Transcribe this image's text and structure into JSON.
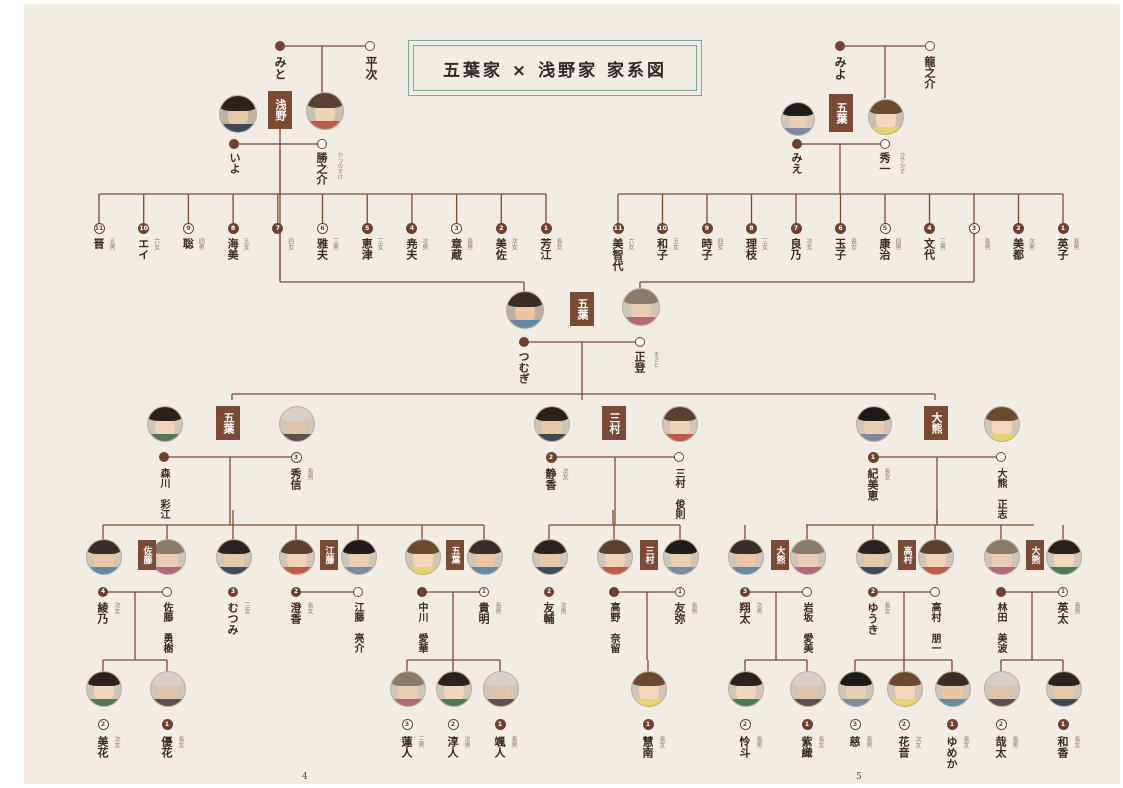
{
  "title": "五葉家 × 浅野家 家系図",
  "page_numbers": [
    "4",
    "5"
  ],
  "colors": {
    "background": "#f2ede4",
    "line": "#7a4a35",
    "family_tag": "#7a4a35",
    "title_frame": "#7fa6a6"
  },
  "asano_parents": {
    "family": "浅野",
    "wife": {
      "name": "みと"
    },
    "husband": {
      "name": "平次"
    },
    "daughter": {
      "name": "いよ"
    },
    "daughter_husband": {
      "name": "勝之介",
      "ruby": "かつのすけ"
    }
  },
  "goyo_parents": {
    "family": "五葉",
    "wife": {
      "name": "みよ"
    },
    "husband": {
      "name": "龍之介"
    },
    "daughter": {
      "name": "みえ"
    },
    "daughter_husband": {
      "name": "秀一",
      "ruby": "ひでかず"
    }
  },
  "asano_children": [
    {
      "order": "11",
      "name": "晋",
      "ord": "五男"
    },
    {
      "order": "10",
      "name": "エイ",
      "ord": "六女"
    },
    {
      "order": "9",
      "name": "聡",
      "ord": "四男"
    },
    {
      "order": "8",
      "name": "海美",
      "ord": "五女"
    },
    {
      "order": "7",
      "name": "",
      "ord": "四女"
    },
    {
      "order": "6",
      "name": "雅夫",
      "ord": "三男"
    },
    {
      "order": "5",
      "name": "恵津",
      "ord": "三女"
    },
    {
      "order": "4",
      "name": "尭夫",
      "ord": "次男"
    },
    {
      "order": "3",
      "name": "章蔵",
      "ord": "長男"
    },
    {
      "order": "2",
      "name": "美佐",
      "ord": "次女"
    },
    {
      "order": "1",
      "name": "芳江",
      "ord": "長女"
    }
  ],
  "goyo_children": [
    {
      "order": "11",
      "name": "美智代",
      "ord": "六女"
    },
    {
      "order": "10",
      "name": "和子",
      "ord": "五女"
    },
    {
      "order": "9",
      "name": "時子",
      "ord": "四女"
    },
    {
      "order": "8",
      "name": "理枝",
      "ord": "三女"
    },
    {
      "order": "7",
      "name": "良乃",
      "ord": "次女"
    },
    {
      "order": "6",
      "name": "玉子",
      "ord": "長女"
    },
    {
      "order": "5",
      "name": "康治",
      "ord": "四男"
    },
    {
      "order": "4",
      "name": "文代",
      "ord": "三男"
    },
    {
      "order": "3",
      "name": "",
      "ord": "長男"
    },
    {
      "order": "2",
      "name": "美都",
      "ord": "次男"
    },
    {
      "order": "1",
      "name": "英子",
      "ord": "長男"
    }
  ],
  "central_couple": {
    "family": "五葉",
    "wife": {
      "name": "つむぎ"
    },
    "husband": {
      "name": "正登",
      "ruby": "まさと"
    }
  },
  "branches": [
    {
      "family": "五葉",
      "spouse": {
        "name": "森川 彩江",
        "ord": ""
      },
      "child": {
        "order": "3",
        "name": "秀信",
        "ord": "長男"
      },
      "grandchildren": [
        {
          "family": "佐藤",
          "order": "4",
          "name": "綾乃",
          "ord": "次女",
          "spouse": "佐藤 勇樹",
          "children": [
            {
              "order": "2",
              "name": "美花",
              "ord": "次女"
            },
            {
              "order": "1",
              "name": "優花",
              "ord": "長女"
            }
          ]
        },
        {
          "family": "",
          "order": "3",
          "name": "むつみ",
          "ord": "三女",
          "spouse": "",
          "children": []
        },
        {
          "family": "江藤",
          "order": "2",
          "name": "澄香",
          "ord": "長女",
          "spouse": "江藤 亮介",
          "children": []
        },
        {
          "family": "五葉",
          "order": "1",
          "name": "貴明",
          "ord": "長男",
          "spouse": "中川 愛華",
          "children": [
            {
              "order": "3",
              "name": "蓮人",
              "ord": "三男"
            },
            {
              "order": "2",
              "name": "淳人",
              "ord": "次男"
            },
            {
              "order": "1",
              "name": "颯人",
              "ord": "長男"
            }
          ]
        }
      ]
    },
    {
      "family": "三村",
      "spouse": {
        "name": "三村 俊則",
        "ord": ""
      },
      "child": {
        "order": "2",
        "name": "静香",
        "ord": "次女"
      },
      "grandchildren": [
        {
          "family": "",
          "order": "2",
          "name": "友輔",
          "ord": "次男",
          "spouse": "",
          "children": []
        },
        {
          "family": "三村",
          "order": "1",
          "name": "友弥",
          "ord": "長男",
          "spouse": "高野 奈留",
          "children": [
            {
              "order": "1",
              "name": "慧南",
              "ord": "長女"
            }
          ]
        }
      ]
    },
    {
      "family": "大熊",
      "spouse": {
        "name": "大熊 正志",
        "ord": ""
      },
      "child": {
        "order": "1",
        "name": "紀美恵",
        "ord": "長女"
      },
      "grandchildren": [
        {
          "family": "大熊",
          "order": "3",
          "name": "翔太",
          "ord": "次男",
          "spouse": "岩坂 愛美",
          "children": [
            {
              "order": "2",
              "name": "怜斗",
              "ord": "長男"
            },
            {
              "order": "1",
              "name": "紫織",
              "ord": "長女"
            }
          ]
        },
        {
          "family": "高村",
          "order": "2",
          "name": "ゆうき",
          "ord": "長女",
          "spouse": "高村 朋一",
          "children": [
            {
              "order": "3",
              "name": "慈",
              "ord": "長男"
            },
            {
              "order": "2",
              "name": "花音",
              "ord": "次女"
            },
            {
              "order": "1",
              "name": "ゆめか",
              "ord": "長女"
            }
          ]
        },
        {
          "family": "大熊",
          "order": "1",
          "name": "英太",
          "ord": "長男",
          "spouse": "林田 美波",
          "children": [
            {
              "order": "2",
              "name": "哉太",
              "ord": "長男"
            },
            {
              "order": "1",
              "name": "和香",
              "ord": "長女"
            }
          ]
        }
      ]
    }
  ]
}
